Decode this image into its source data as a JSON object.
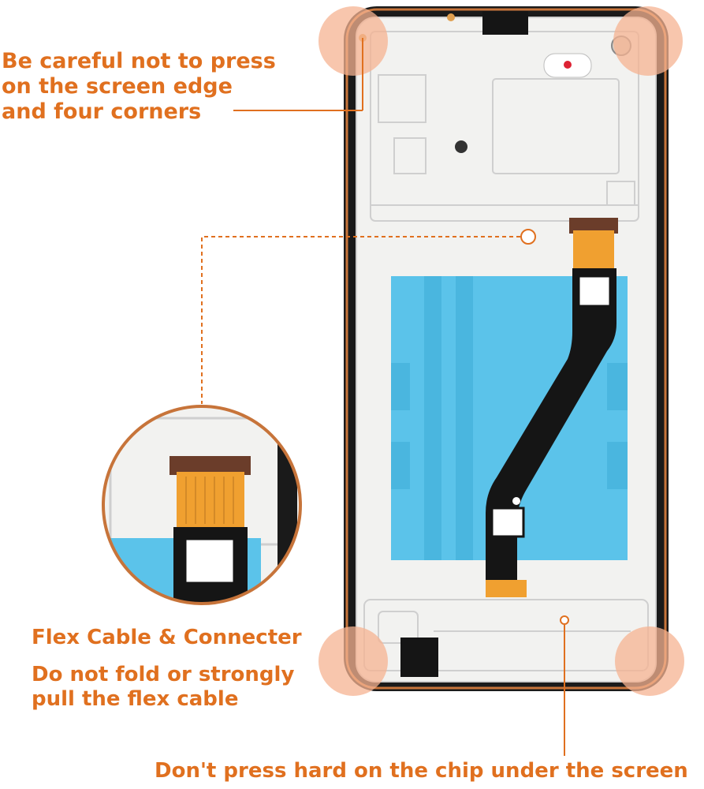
{
  "notes": {
    "corners_line1": "Be careful not to press",
    "corners_line2": "on the screen edge",
    "corners_line3": "and four corners",
    "flex_title": "Flex Cable & Connecter",
    "flex_line1": "Do not fold or strongly",
    "flex_line2": "pull the flex cable",
    "chip": "Don't press hard on the chip under the screen"
  },
  "colors": {
    "accent": "#e0701f",
    "corner_highlight": "#f6b392",
    "frame": "#1a1a1a",
    "bracket": "#f2f2f0",
    "blue_film": "#5bc3ea",
    "flex_cable": "#151515",
    "connector": "#f0a030"
  }
}
